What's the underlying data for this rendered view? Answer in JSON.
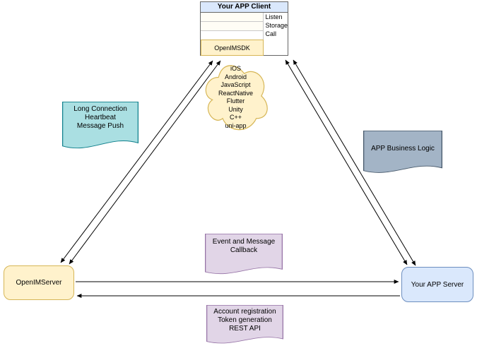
{
  "client": {
    "title": "Your APP Client",
    "interfaces": [
      "Listen",
      "Storage",
      "Call"
    ],
    "sdk": "OpenIMSDK"
  },
  "cloud": {
    "platforms": [
      "iOS",
      "Android",
      "JavaScript",
      "ReactNative",
      "Flutter",
      "Unity",
      "C++",
      "uni-app"
    ]
  },
  "notes": {
    "long_connection": "Long Connection\nHeartbeat\nMessage Push",
    "business_logic": "APP Business Logic",
    "event_callback": "Event and Message\nCallback",
    "rest_api": "Account registration\nToken generation\nREST API"
  },
  "servers": {
    "openim": "OpenIMServer",
    "app": "Your APP Server"
  },
  "colors": {
    "client_header_fill": "#dae8fc",
    "client_header_stroke": "#6c8ebf",
    "yellow_fill": "#fff2cc",
    "yellow_stroke": "#d6b656",
    "teal_fill": "#aadfe2",
    "teal_stroke": "#10808c",
    "gray_fill": "#a3b4c6",
    "gray_stroke": "#46586a",
    "purple_fill": "#e1d5e7",
    "purple_stroke": "#9673a6",
    "connector": "#000000"
  }
}
